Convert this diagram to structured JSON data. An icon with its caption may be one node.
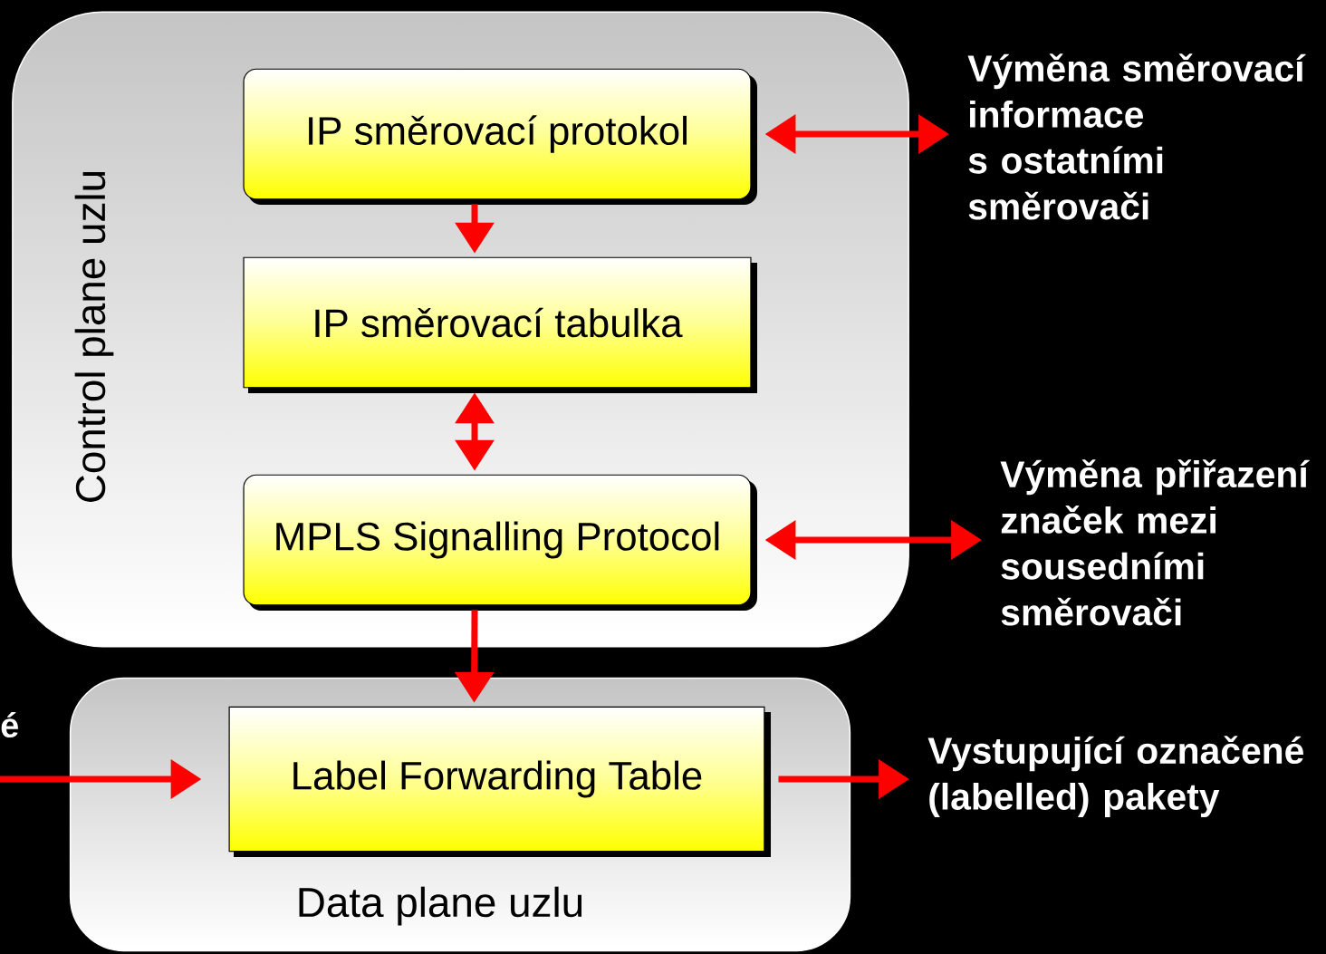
{
  "diagram": {
    "nodes": [
      {
        "text": [
          "Control plane uzlu"
        ]
      },
      {
        "text": [
          "IP směrovací protokol"
        ],
        "in": 0
      },
      {
        "text": [
          "IP směrovací tabulka"
        ],
        "in": 0
      },
      {
        "text": [
          "MPLS Signalling Protocol"
        ],
        "in": 0
      },
      {
        "text": [
          "Data plane uzlu"
        ]
      },
      {
        "text": [
          "Label Forwarding Table"
        ],
        "in": 4
      },
      {
        "text": [
          "Výměna směrovací informace s ostatními směrovači"
        ]
      },
      {
        "text": [
          "Výměna přiřazení značek mezi sousedními směrovači"
        ]
      },
      {
        "text": [
          "Vystupující označené (labelled) pakety"
        ]
      }
    ],
    "edges": [
      {
        "from": 1,
        "to": 6,
        "arrow": "both"
      },
      {
        "from": 1,
        "to": 2,
        "arrow": "to"
      },
      {
        "from": 2,
        "to": 3,
        "arrow": "both"
      },
      {
        "from": 3,
        "to": 7,
        "arrow": "both"
      },
      {
        "from": 3,
        "to": 5,
        "arrow": "to"
      },
      {
        "from": null,
        "to": 5,
        "arrow": "to"
      },
      {
        "from": 5,
        "to": 8,
        "arrow": "to"
      }
    ],
    "labels": [
      "é"
    ]
  }
}
